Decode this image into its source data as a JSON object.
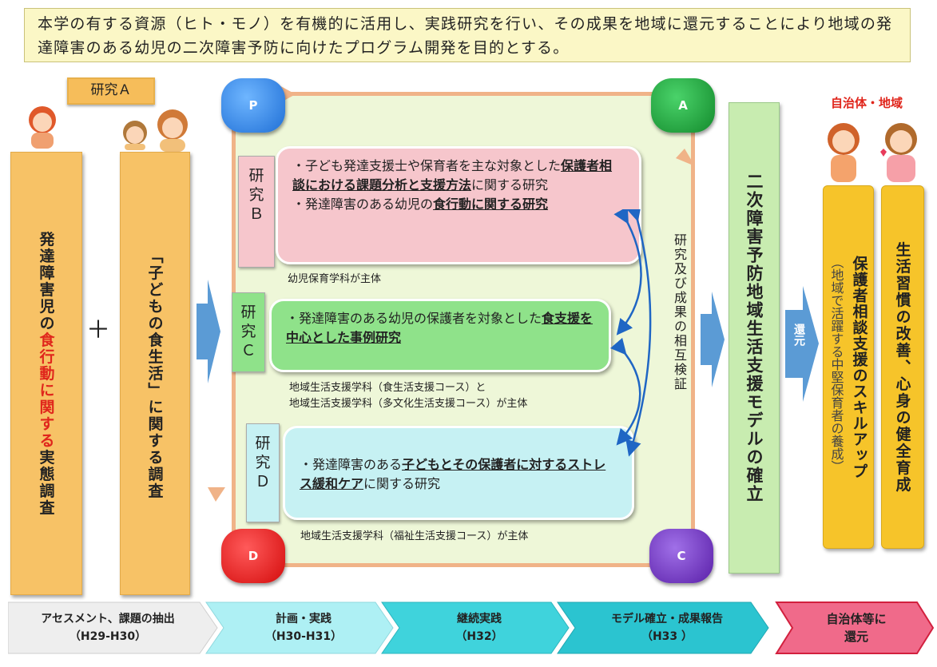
{
  "purpose_text": "本学の有する資源（ヒト・モノ）を有機的に活用し、実践研究を行い、その成果を地域に還元することにより地域の発達障害のある幼児の二次障害予防に向けたプログラム開発を目的とする。",
  "research_a": {
    "tag": "研究Ａ",
    "col1_parts": [
      "発達障害児の",
      "食行動に関する",
      "実態調査"
    ],
    "plus": "＋",
    "col2": "「子どもの食生活」に関する調査"
  },
  "pdca": {
    "p": "P",
    "a": "A",
    "d": "D",
    "c": "C"
  },
  "research_b": {
    "label": "研究Ｂ",
    "line1_pre": "・子ども発達支援士や保育者を主な対象とした",
    "line1_u": "保護者相談における課題分析と支援方法",
    "line1_post": "に関する研究",
    "line2_pre": "・発達障害のある幼児の",
    "line2_u": "食行動に関する研究",
    "note": "幼児保育学科が主体"
  },
  "research_c": {
    "label": "研究Ｃ",
    "line_pre": "・発達障害のある幼児の保護者を対象とした",
    "line_u": "食支援を中心とした事例研究",
    "note1": "地域生活支援学科（食生活支援コース）と",
    "note2": "地域生活支援学科（多文化生活支援コース）が主体"
  },
  "research_d": {
    "label": "研究Ｄ",
    "line_pre": "・発達障害のある",
    "line_u": "子どもとその保護者に対するストレス緩和ケア",
    "line_post": "に関する研究",
    "note": "地域生活支援学科（福祉生活支援コース）が主体"
  },
  "mutual_verify": "研究及び成果の相互検証",
  "model_col": "二次障害予防地域生活支援モデルの確立",
  "return_label": "還元",
  "region_label": "自治体・地域",
  "col_skill_main": "保護者相談支援のスキルアップ",
  "col_skill_sub": "（地域で活躍する中堅保育者の養成）",
  "col_health": "生活習慣の改善、心身の健全育成",
  "timeline": [
    {
      "line1": "アセスメント、課題の抽出",
      "line2": "（H29-H30）"
    },
    {
      "line1": "計画・実践",
      "line2": "（H30-H31）"
    },
    {
      "line1": "継続実践",
      "line2": "（H32）"
    },
    {
      "line1": "モデル確立・成果報告",
      "line2": "（H33 ）"
    },
    {
      "line1": "自治体等に",
      "line2": "還元"
    }
  ],
  "colors": {
    "purpose_bg": "#fbf7c6",
    "orange_col": "#f7c266",
    "panel_bg": "#eef7d8",
    "pink": "#f6c6cc",
    "green": "#8fe28a",
    "cyan": "#c6f1f3",
    "model_green": "#c8ecb0",
    "yellow_col": "#f6c42a",
    "red_text": "#e0261c",
    "arrow_blue": "#1f66c4"
  }
}
